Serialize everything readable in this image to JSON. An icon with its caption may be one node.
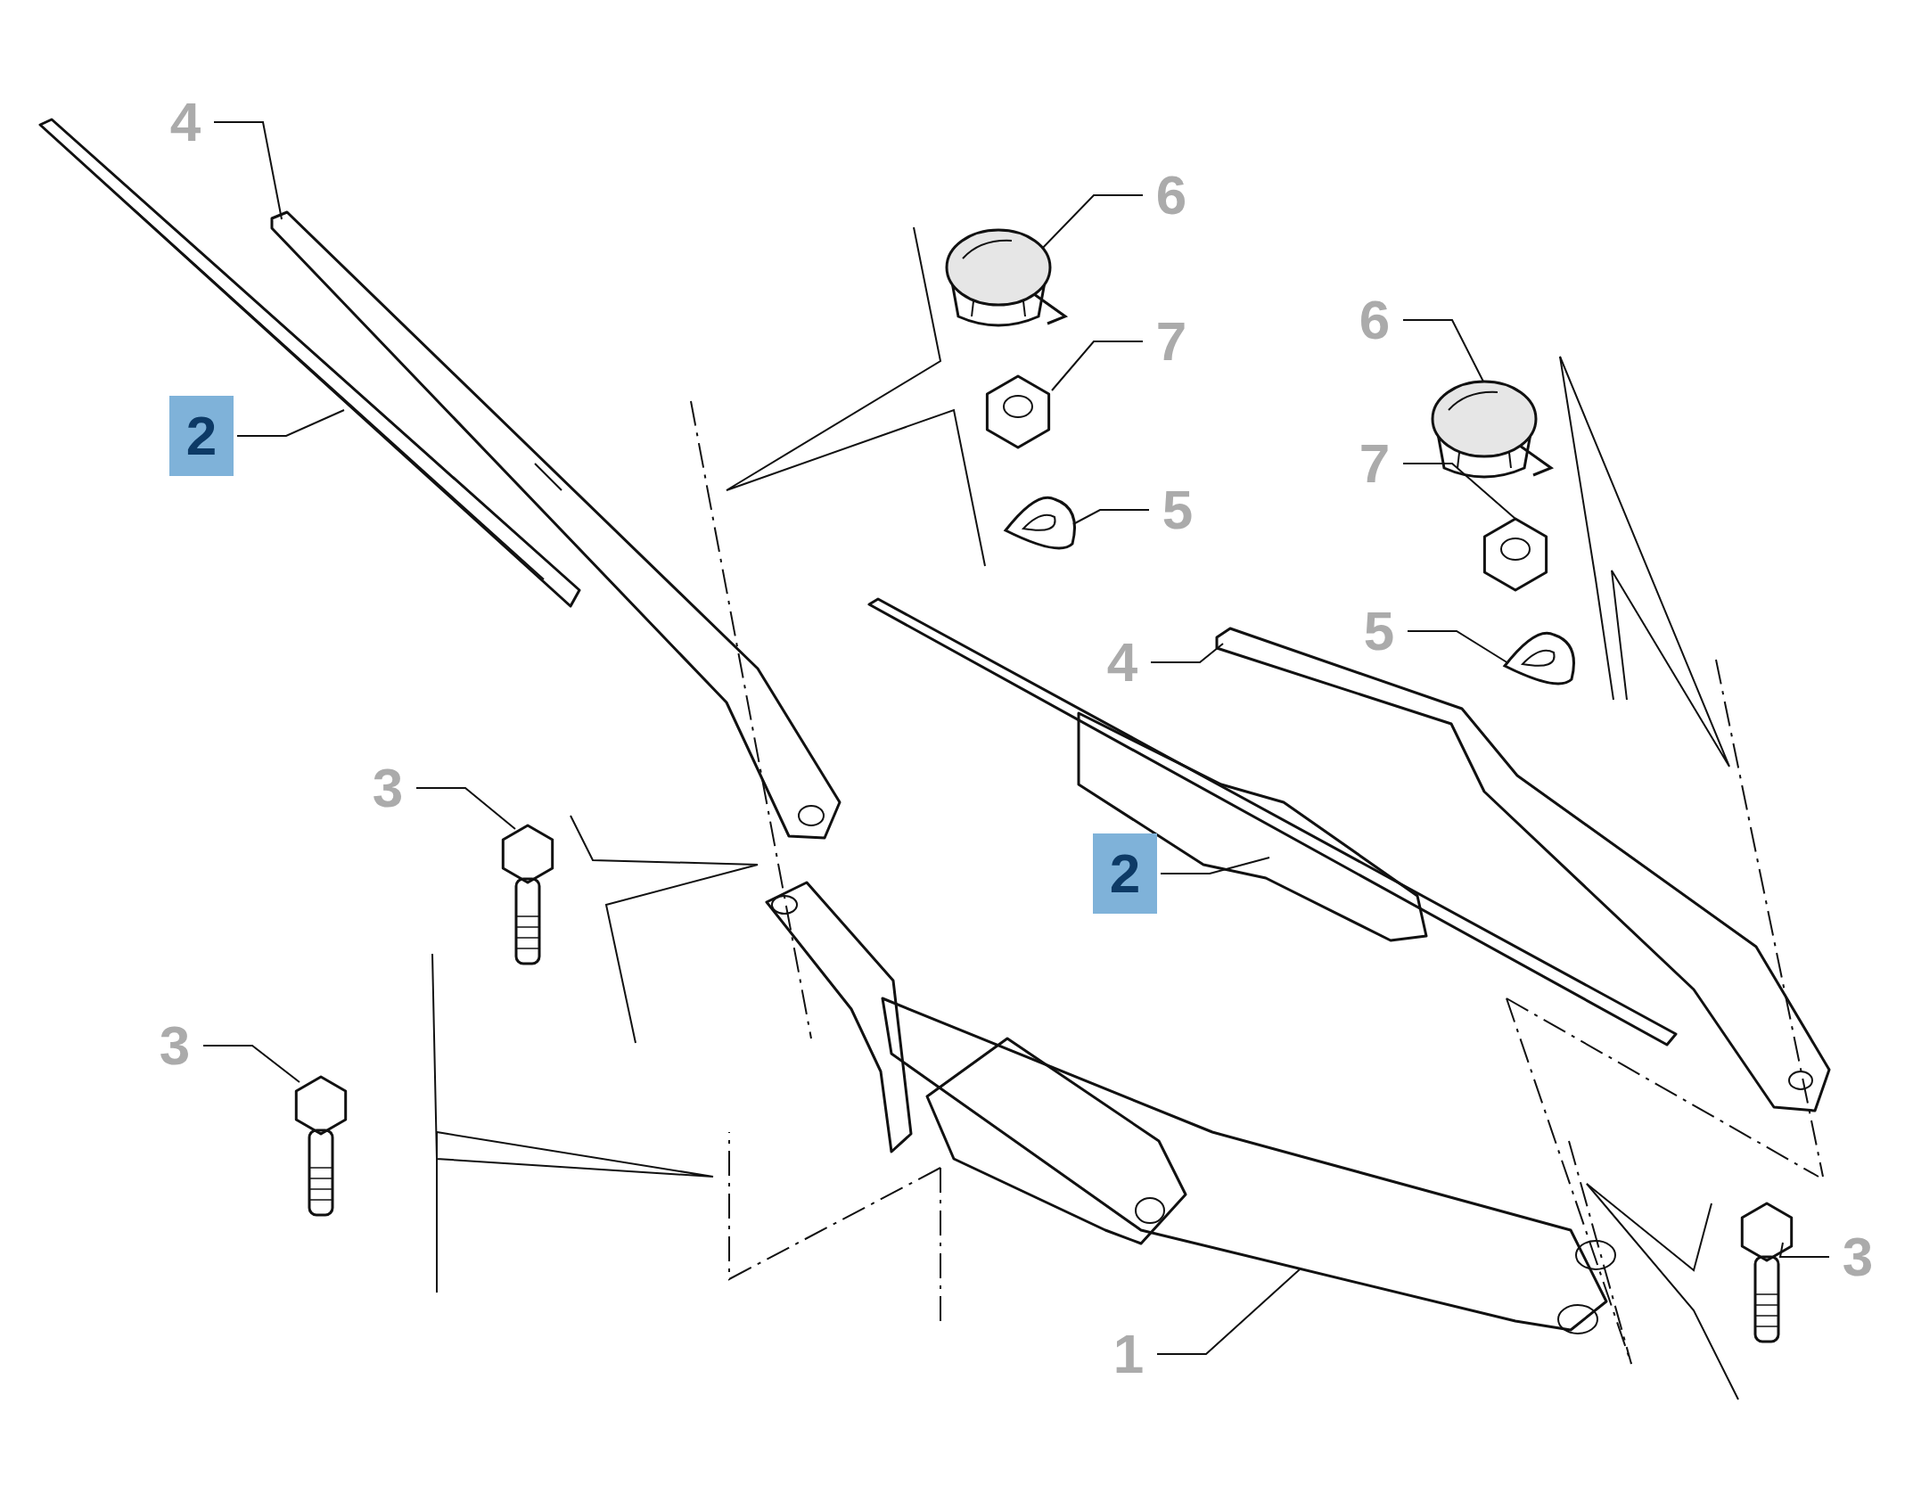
{
  "diagram": {
    "nodes": [
      {
        "text": [
          "4"
        ]
      },
      {
        "text": [],
        "shape": "picture"
      },
      {
        "text": [
          "2"
        ]
      },
      {
        "text": [],
        "shape": "picture"
      },
      {
        "text": [
          "6"
        ]
      },
      {
        "text": [],
        "shape": "picture"
      },
      {
        "text": [
          "7"
        ]
      },
      {
        "text": [],
        "shape": "picture"
      },
      {
        "text": [
          "5"
        ]
      },
      {
        "text": [],
        "shape": "picture"
      },
      {
        "text": [
          "6"
        ]
      },
      {
        "text": [],
        "shape": "picture"
      },
      {
        "text": [
          "7"
        ]
      },
      {
        "text": [],
        "shape": "picture"
      },
      {
        "text": [
          "5"
        ]
      },
      {
        "text": [],
        "shape": "picture"
      },
      {
        "text": [
          "4"
        ]
      },
      {
        "text": [],
        "shape": "picture"
      },
      {
        "text": [
          "2"
        ]
      },
      {
        "text": [],
        "shape": "picture"
      },
      {
        "text": [
          "3"
        ]
      },
      {
        "text": [],
        "shape": "picture"
      },
      {
        "text": [
          "3"
        ]
      },
      {
        "text": [],
        "shape": "picture"
      },
      {
        "text": [
          "3"
        ]
      },
      {
        "text": [],
        "shape": "picture"
      },
      {
        "text": [
          "1"
        ]
      },
      {
        "text": [],
        "shape": "picture"
      }
    ],
    "edges": [
      {
        "from": 0,
        "to": 1,
        "arrow": "none"
      },
      {
        "from": 2,
        "to": 3,
        "arrow": "none"
      },
      {
        "from": 4,
        "to": 5,
        "arrow": "none"
      },
      {
        "from": 6,
        "to": 7,
        "arrow": "none"
      },
      {
        "from": 8,
        "to": 9,
        "arrow": "none"
      },
      {
        "from": 10,
        "to": 11,
        "arrow": "none"
      },
      {
        "from": 12,
        "to": 13,
        "arrow": "none"
      },
      {
        "from": 14,
        "to": 15,
        "arrow": "none"
      },
      {
        "from": 16,
        "to": 17,
        "arrow": "none"
      },
      {
        "from": 18,
        "to": 19,
        "arrow": "none"
      },
      {
        "from": 20,
        "to": 21,
        "arrow": "none"
      },
      {
        "from": 22,
        "to": 23,
        "arrow": "none"
      },
      {
        "from": 24,
        "to": 25,
        "arrow": "none"
      },
      {
        "from": 26,
        "to": 27,
        "arrow": "none"
      }
    ]
  }
}
